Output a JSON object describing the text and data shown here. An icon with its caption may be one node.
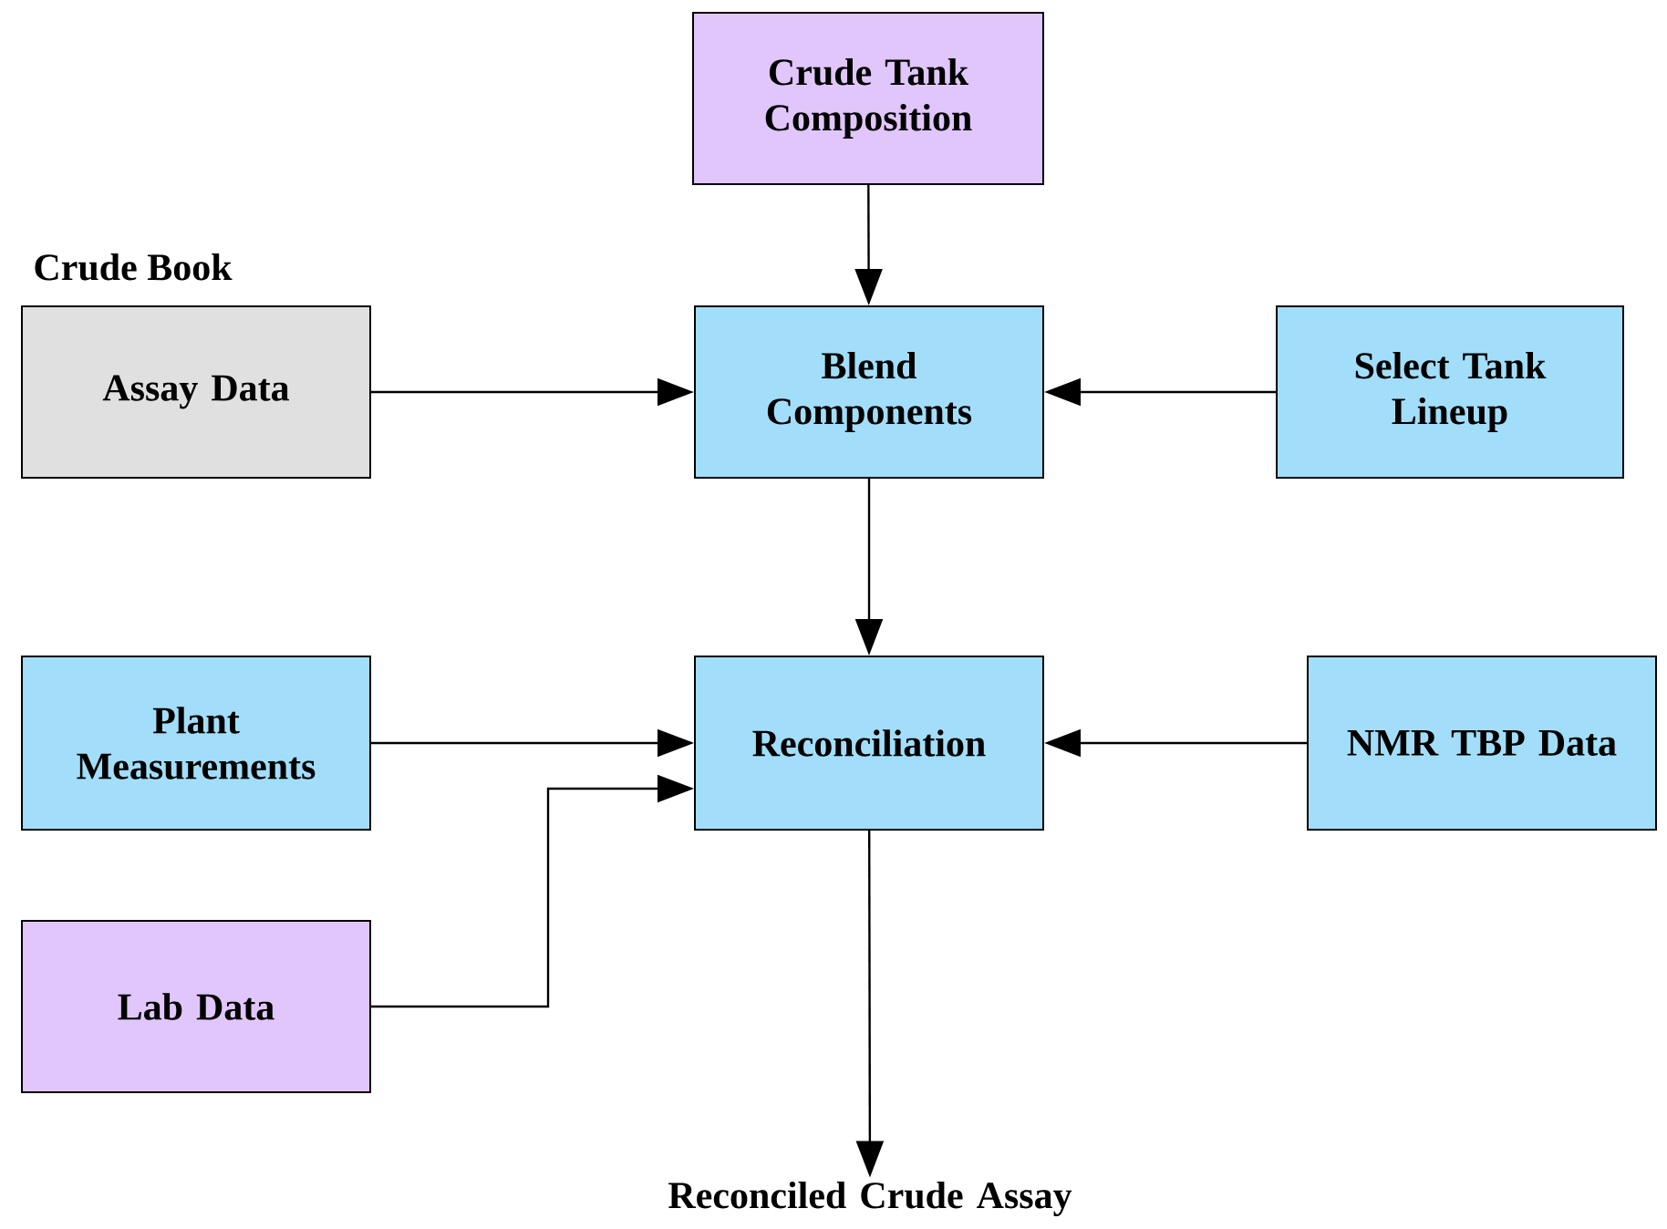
{
  "diagram": {
    "nodes": [
      {
        "text": [
          "Crude Tank Composition"
        ]
      },
      {
        "text": [
          "Crude Book",
          "Assay Data"
        ]
      },
      {
        "text": [
          "Blend Components"
        ]
      },
      {
        "text": [
          "Select Tank Lineup"
        ]
      },
      {
        "text": [
          "Plant Measurements"
        ]
      },
      {
        "text": [
          "Reconciliation"
        ]
      },
      {
        "text": [
          "NMR TBP Data"
        ]
      },
      {
        "text": [
          "Lab Data"
        ]
      },
      {
        "text": [
          "Reconciled Crude Assay"
        ]
      }
    ],
    "edges": [
      {
        "from": 0,
        "to": 2,
        "arrow": "to"
      },
      {
        "from": 1,
        "to": 2,
        "arrow": "to"
      },
      {
        "from": 3,
        "to": 2,
        "arrow": "to"
      },
      {
        "from": 2,
        "to": 5,
        "arrow": "to"
      },
      {
        "from": 4,
        "to": 5,
        "arrow": "to"
      },
      {
        "from": 7,
        "to": 5,
        "arrow": "to"
      },
      {
        "from": 6,
        "to": 5,
        "arrow": "to"
      },
      {
        "from": 5,
        "to": 8,
        "arrow": "to"
      }
    ]
  }
}
